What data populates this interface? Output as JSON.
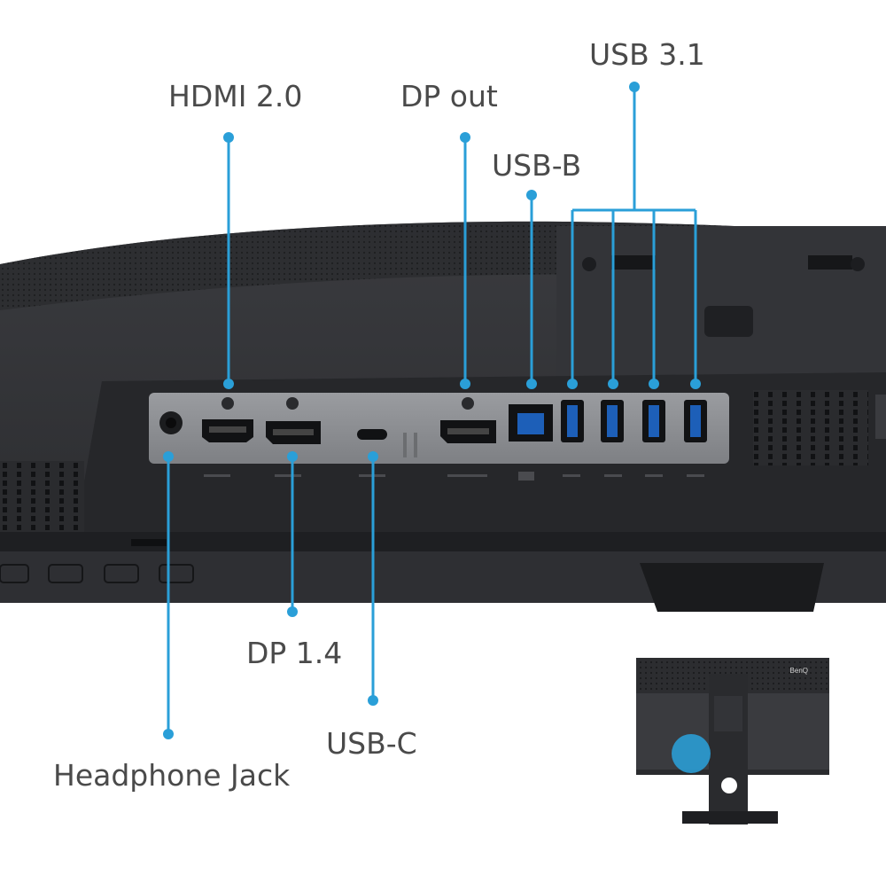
{
  "labels": {
    "hdmi": "HDMI 2.0",
    "dp_out": "DP out",
    "usb_b": "USB-B",
    "usb_31": "USB 3.1",
    "dp_14": "DP 1.4",
    "usb_c": "USB-C",
    "headphone": "Headphone Jack"
  },
  "inset": {
    "brand": "BenQ"
  },
  "colors": {
    "callout": "#2a9fd8",
    "label_text": "#4a4a4a",
    "monitor_body": "#2f3033",
    "port_panel": "#8a8c90",
    "port_blue": "#1d5fb8"
  }
}
